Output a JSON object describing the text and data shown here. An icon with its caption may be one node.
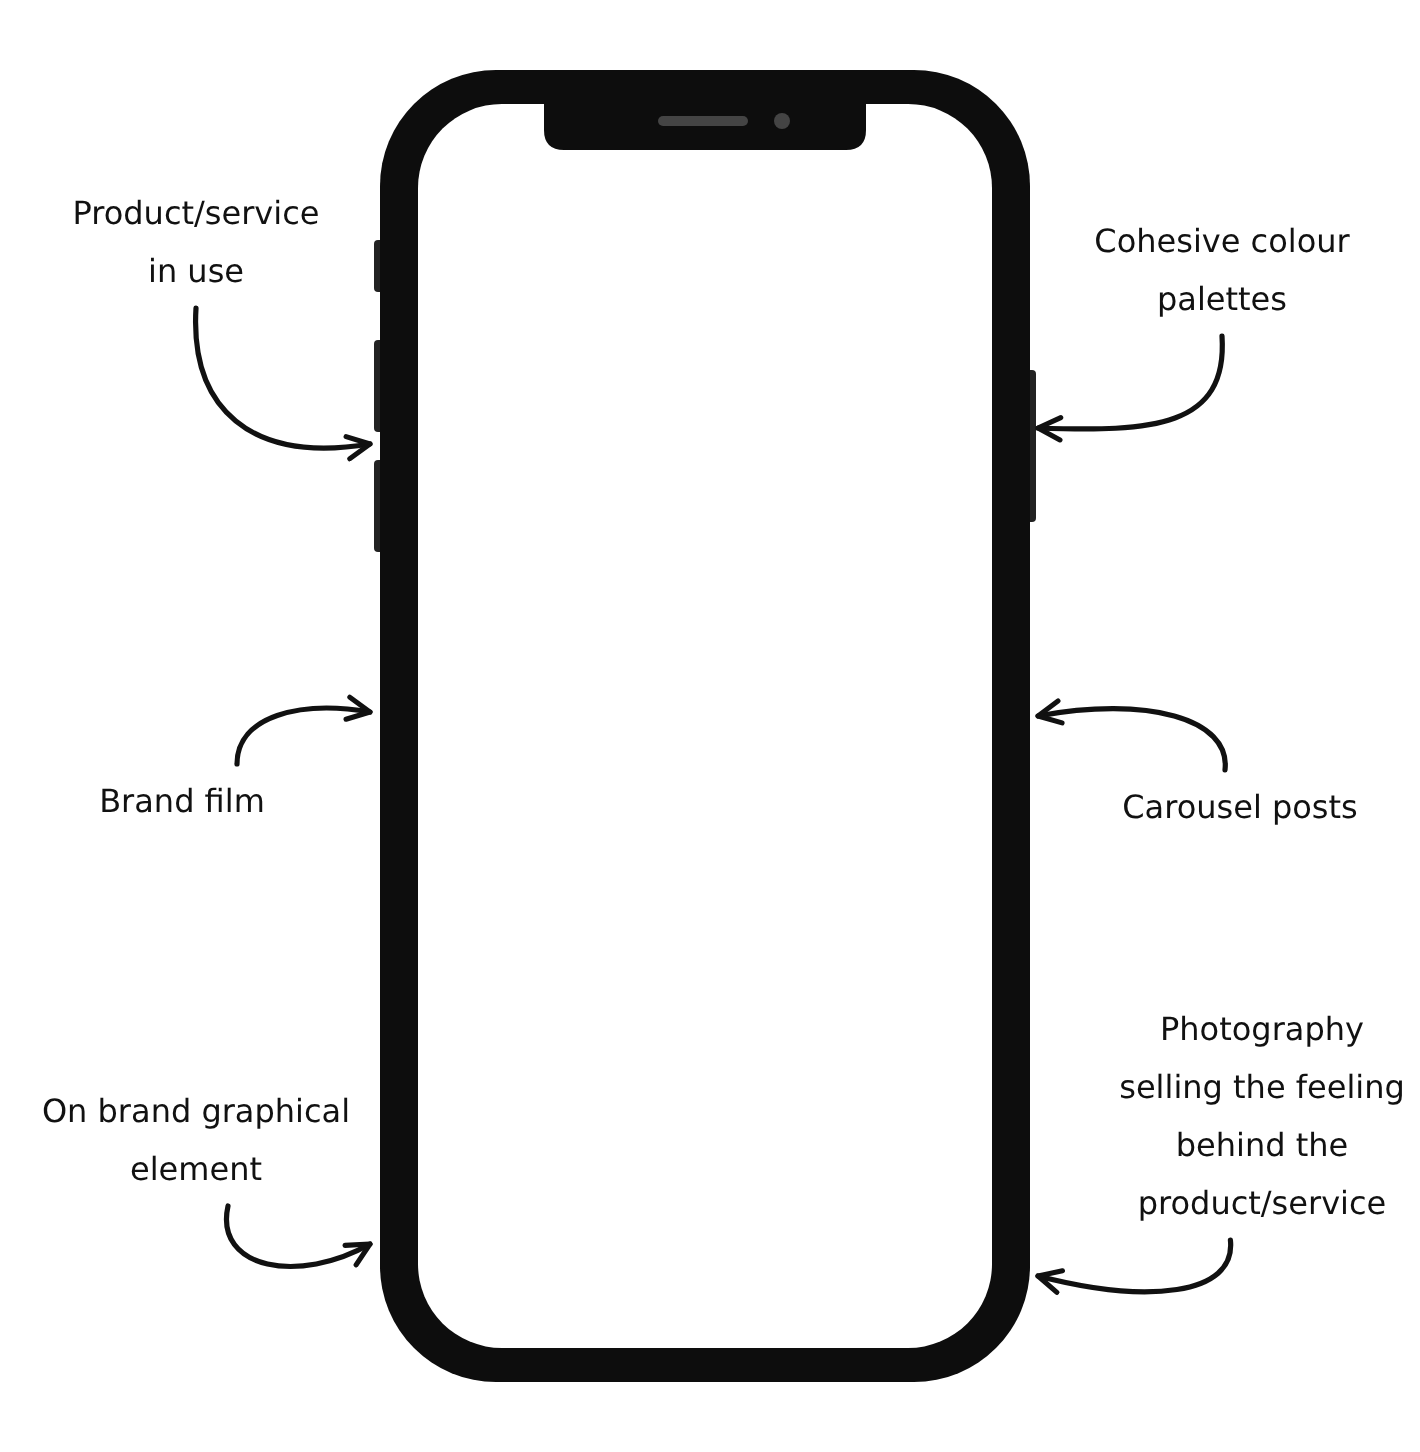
{
  "diagram": {
    "nodes": [
      {
        "text": [
          "Product/service in use"
        ]
      },
      {
        "text": [
          "Cohesive colour palettes"
        ]
      },
      {
        "text": [
          "Brand film"
        ]
      },
      {
        "text": [
          "Carousel posts"
        ]
      },
      {
        "text": [
          "On brand graphical element"
        ]
      },
      {
        "text": [
          "Photography selling the feeling behind the product/service"
        ]
      },
      {
        "text": [],
        "shape": "picture"
      }
    ],
    "edges": [
      {
        "from": 0,
        "to": 6,
        "arrow": "to"
      },
      {
        "from": 1,
        "to": 6,
        "arrow": "to"
      },
      {
        "from": 2,
        "to": 6,
        "arrow": "to"
      },
      {
        "from": 3,
        "to": 6,
        "arrow": "to"
      },
      {
        "from": 4,
        "to": 6,
        "arrow": "to"
      },
      {
        "from": 5,
        "to": 6,
        "arrow": "to"
      }
    ]
  }
}
